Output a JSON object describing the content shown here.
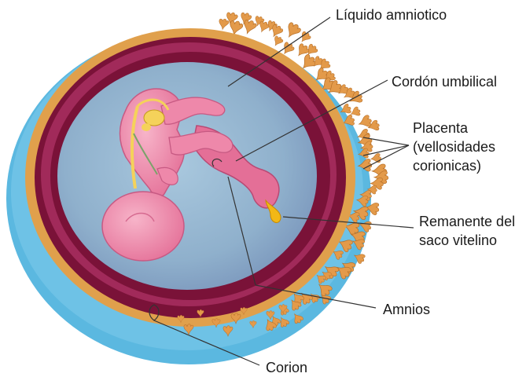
{
  "labels": {
    "liquido": "Líquido amniotico",
    "cordon": "Cordón umbilical",
    "placenta": [
      "Placenta",
      "(vellosidades",
      "corionicas)"
    ],
    "remanente": [
      "Remanente del",
      "saco vitelino"
    ],
    "amnios": "Amnios",
    "corion": "Corion"
  },
  "colors": {
    "chorion_outer": "#5bb8e0",
    "chorion_orange": "#e0a04c",
    "amnion_maroon": "#7a1238",
    "amnion_band": "#a12a5a",
    "amniotic_fluid": "#8fb3cf",
    "embryo_pink": "#f08cae",
    "villi": "#e39a4a",
    "yolk": "#f2b816"
  }
}
